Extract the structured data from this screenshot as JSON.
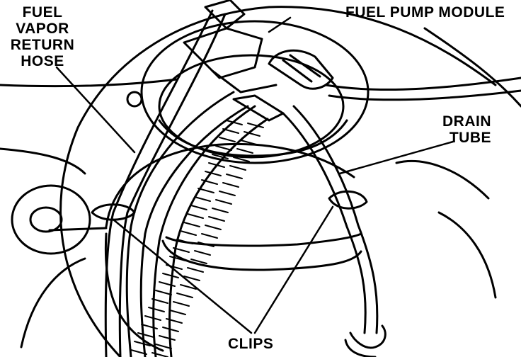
{
  "labels": {
    "fuel_vapor_return_hose": [
      "FUEL",
      "VAPOR",
      "RETURN",
      "HOSE"
    ],
    "fuel_pump_module": "FUEL PUMP MODULE",
    "drain_tube": [
      "DRAIN",
      "TUBE"
    ],
    "clips": "CLIPS"
  },
  "colors": {
    "ink": "#000000",
    "paper": "#ffffff"
  }
}
